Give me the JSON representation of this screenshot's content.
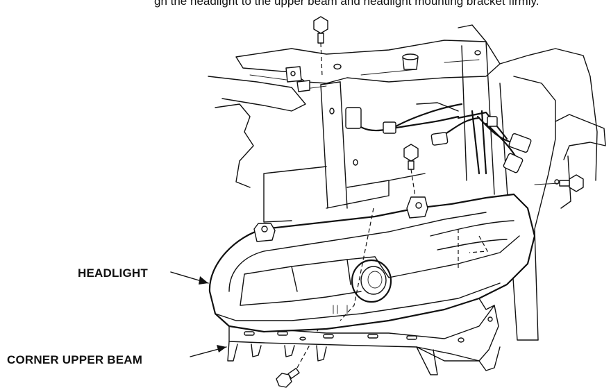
{
  "diagram": {
    "top_text": "gn the headlight to the upper beam and headlight mounting bracket firmly.",
    "labels": {
      "headlight": "HEADLIGHT",
      "corner_upper_beam": "CORNER UPPER BEAM"
    }
  }
}
